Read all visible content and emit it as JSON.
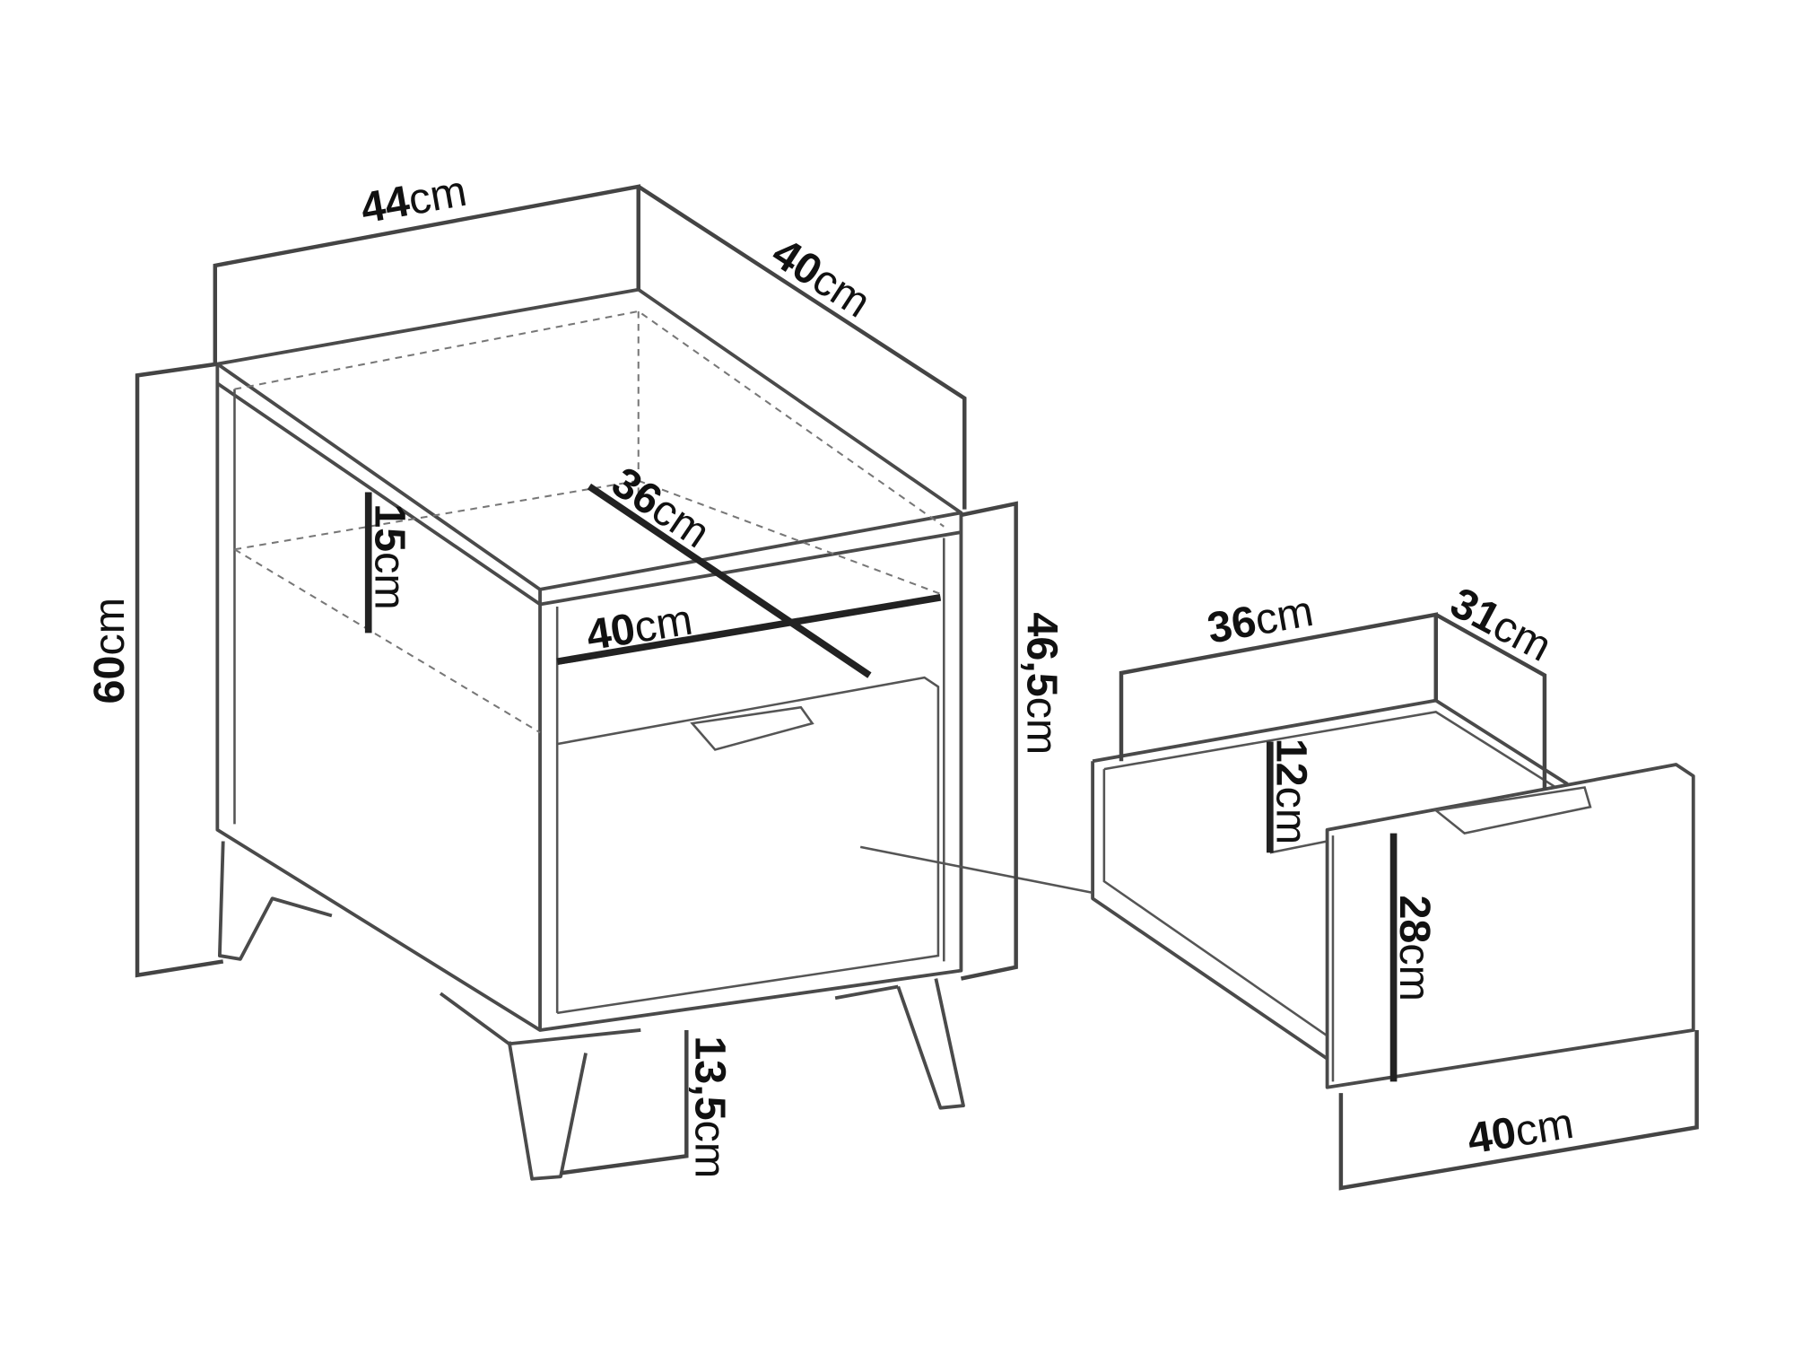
{
  "diagram": {
    "cabinet": {
      "width": {
        "value": "44",
        "unit": "cm"
      },
      "depth": {
        "value": "40",
        "unit": "cm"
      },
      "total_height": {
        "value": "60",
        "unit": "cm"
      },
      "inner_depth": {
        "value": "36",
        "unit": "cm"
      },
      "open_shelf_height": {
        "value": "15",
        "unit": "cm"
      },
      "inner_width": {
        "value": "40",
        "unit": "cm"
      },
      "body_height": {
        "value": "46,5",
        "unit": "cm"
      },
      "leg_height": {
        "value": "13,5",
        "unit": "cm"
      }
    },
    "drawer": {
      "inner_width": {
        "value": "36",
        "unit": "cm"
      },
      "inner_depth": {
        "value": "31",
        "unit": "cm"
      },
      "inner_height": {
        "value": "12",
        "unit": "cm"
      },
      "front_height": {
        "value": "28",
        "unit": "cm"
      },
      "front_width": {
        "value": "40",
        "unit": "cm"
      }
    }
  }
}
